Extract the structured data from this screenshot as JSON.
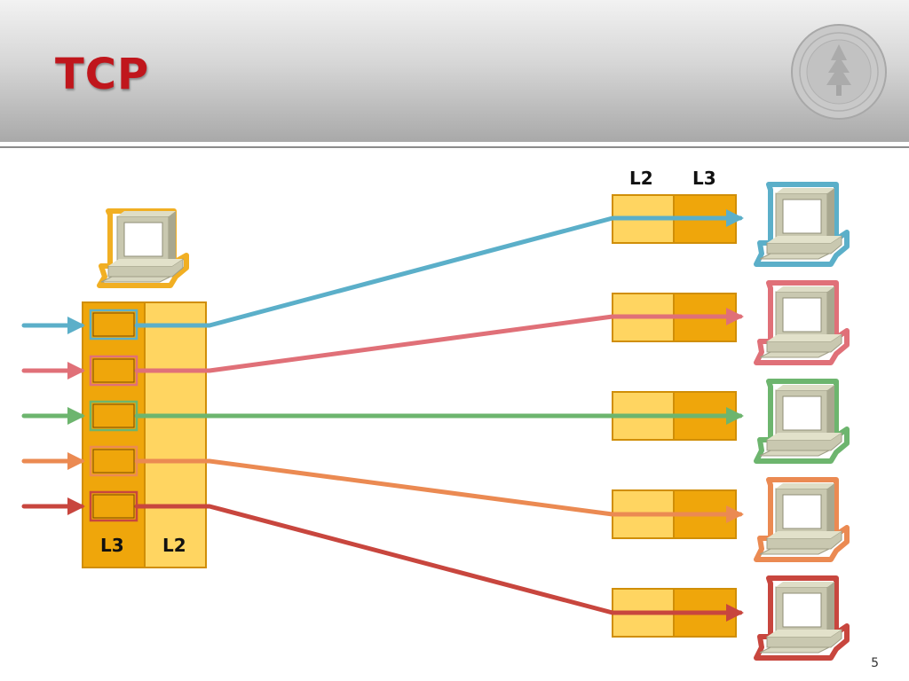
{
  "slide": {
    "title": "TCP",
    "page_number": "5"
  },
  "diagram": {
    "left_stack": {
      "col1_label": "L3",
      "col2_label": "L2"
    },
    "right_header": {
      "col1_label": "L2",
      "col2_label": "L3"
    },
    "flows": [
      {
        "color": "#5bafc9"
      },
      {
        "color": "#e07078"
      },
      {
        "color": "#6db56e"
      },
      {
        "color": "#eb8a52"
      },
      {
        "color": "#c8463e"
      }
    ],
    "box_colors": {
      "light": "#ffd561",
      "dark": "#efa60b",
      "border": "#d08e07"
    },
    "host_icons": [
      "computer-icon"
    ]
  }
}
